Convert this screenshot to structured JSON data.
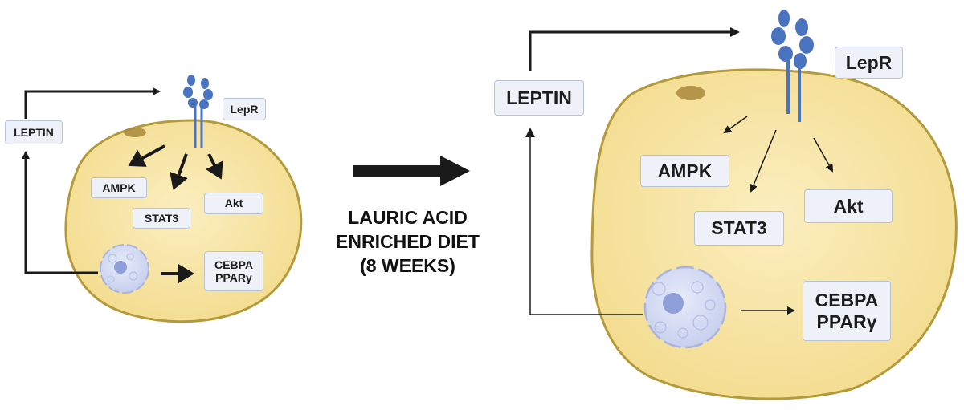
{
  "before_cell": {
    "leptin": "LEPTIN",
    "receptor": "LepR",
    "ampk": "AMPK",
    "stat3": "STAT3",
    "akt": "Akt",
    "cebpa": "CEBPA",
    "pparg": "PPARγ"
  },
  "transition": {
    "line1": "LAURIC ACID",
    "line2": "ENRICHED DIET",
    "line3": "(8 WEEKS)"
  },
  "after_cell": {
    "leptin": "LEPTIN",
    "receptor": "LepR",
    "ampk": "AMPK",
    "stat3": "STAT3",
    "akt": "Akt",
    "cebpa": "CEBPA",
    "pparg": "PPARγ"
  },
  "colors": {
    "cell_fill": "#f8e6a6",
    "cell_outline": "#b59a3c",
    "nucleus_fill": "#d9dff3",
    "nucleolus": "#8f9fda",
    "receptor": "#4a74c0",
    "arrow": "#1a1a1a",
    "label_fill": "#eef1f8",
    "label_border": "#b9c3d6"
  }
}
